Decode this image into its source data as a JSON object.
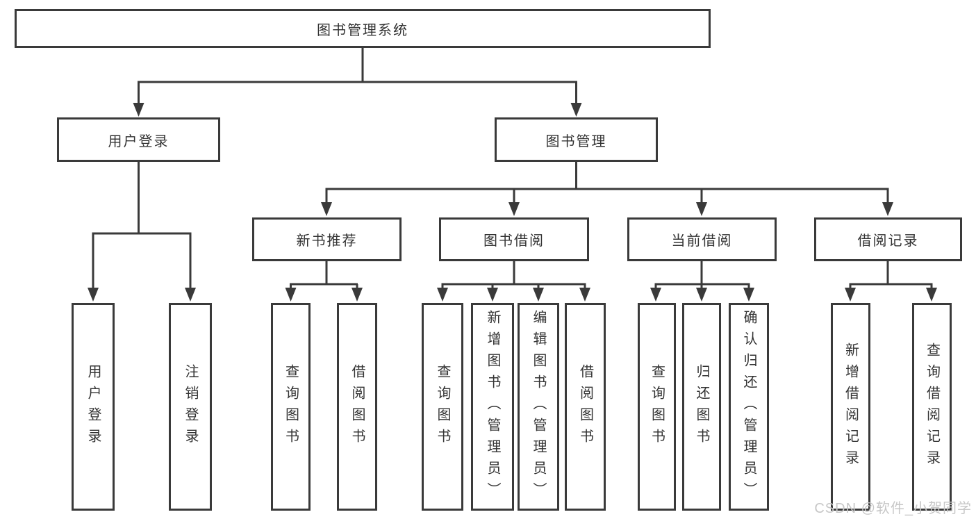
{
  "diagram": {
    "root": {
      "label": "图书管理系统"
    },
    "level1": [
      {
        "label": "用户登录"
      },
      {
        "label": "图书管理"
      }
    ],
    "level2": [
      {
        "label": "新书推荐"
      },
      {
        "label": "图书借阅"
      },
      {
        "label": "当前借阅"
      },
      {
        "label": "借阅记录"
      }
    ],
    "leaves": [
      {
        "label": "用户登录"
      },
      {
        "label": "注销登录"
      },
      {
        "label": "查询图书"
      },
      {
        "label": "借阅图书"
      },
      {
        "label": "查询图书"
      },
      {
        "label": "新增图书（管理员）"
      },
      {
        "label": "编辑图书（管理员）"
      },
      {
        "label": "借阅图书"
      },
      {
        "label": "查询图书"
      },
      {
        "label": "归还图书"
      },
      {
        "label": "确认归还（管理员）"
      },
      {
        "label": "新增借阅记录"
      },
      {
        "label": "查询借阅记录"
      }
    ]
  },
  "watermark": {
    "text": "CSDN @软件_小贺同学"
  },
  "colors": {
    "line": "#3a3a3a",
    "text": "#333333",
    "watermark": "#c7c7c7",
    "background": "#ffffff"
  }
}
